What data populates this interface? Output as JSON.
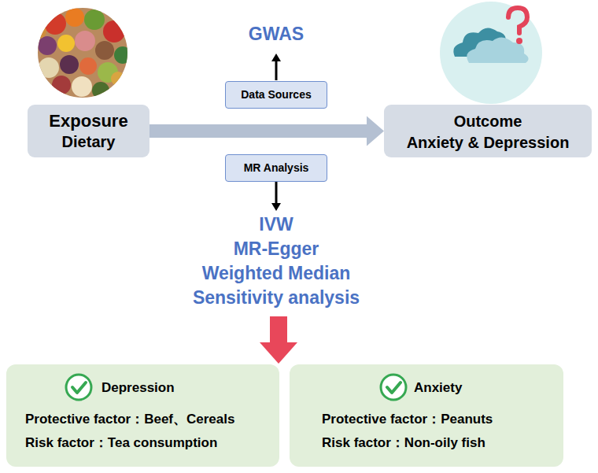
{
  "diagram": {
    "nodes": [
      {
        "text": [
          "Data Sources"
        ]
      },
      {
        "text": [
          "Exposure",
          "Dietary"
        ]
      },
      {
        "text": [
          "Outcome",
          "Anxiety & Depression"
        ]
      },
      {
        "text": [
          "MR Analysis"
        ]
      },
      {
        "text": [
          "Depression",
          "Protective factor：Beef、Cereals",
          "Risk factor：Tea consumption"
        ]
      },
      {
        "text": [
          "Anxiety",
          "Protective factor：Peanuts",
          "Risk factor：Non-oily fish"
        ]
      }
    ],
    "edges": [
      {
        "from": 1,
        "to": 2,
        "arrow": "to"
      }
    ],
    "labels": [
      "GWAS",
      "IVW",
      "MR-Egger",
      "Weighted Median",
      "Sensitivity analysis"
    ]
  }
}
